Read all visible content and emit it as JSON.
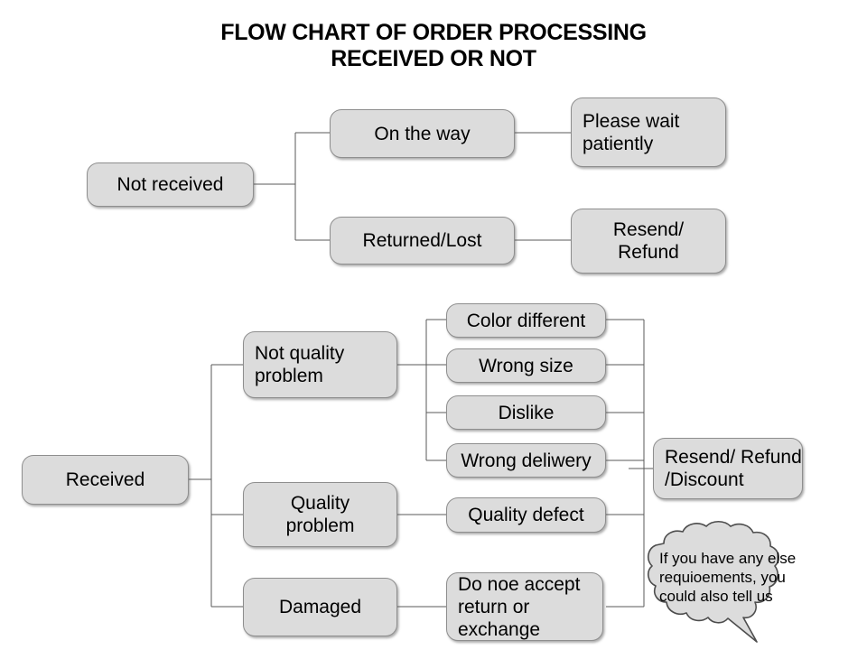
{
  "title": {
    "line1": "FLOW CHART OF ORDER PROCESSING",
    "line2": "RECEIVED OR NOT",
    "text": "FLOW CHART OF ORDER PROCESSING\nRECEIVED OR NOT"
  },
  "colors": {
    "node_fill": "#dcdcdc",
    "node_border": "#8e8e8e",
    "connector": "#595959",
    "text": "#000000",
    "background": "#ffffff"
  },
  "nodes": {
    "not_received": "Not received",
    "on_the_way": "On the way",
    "please_wait": "Please wait\npatiently",
    "returned_lost": "Returned/Lost",
    "resend_refund": "Resend/\nRefund",
    "received": "Received",
    "not_quality_problem": "Not quality\nproblem",
    "quality_problem": "Quality\nproblem",
    "damaged": "Damaged",
    "color_different": "Color different",
    "wrong_size": "Wrong size",
    "dislike": "Dislike",
    "wrong_deliwery": "Wrong deliwery",
    "quality_defect": "Quality defect",
    "do_noe_accept": "Do noe accept\nreturn or\nexchange",
    "resend_refund_discount": "Resend/ Refund\n/Discount"
  },
  "callout": {
    "text": "If you have any else\nrequioements, you\ncould also tell us"
  },
  "chart_data": {
    "type": "diagram",
    "title": "FLOW CHART OF ORDER PROCESSING RECEIVED OR NOT",
    "diagram_kind": "flow-chart",
    "branches": [
      {
        "root": "Not received",
        "children": [
          {
            "label": "On the way",
            "outcome": "Please wait patiently"
          },
          {
            "label": "Returned/Lost",
            "outcome": "Resend/ Refund"
          }
        ]
      },
      {
        "root": "Received",
        "children": [
          {
            "label": "Not quality problem",
            "reasons": [
              "Color different",
              "Wrong size",
              "Dislike",
              "Wrong deliwery"
            ],
            "outcome": "Resend/ Refund /Discount"
          },
          {
            "label": "Quality problem",
            "reasons": [
              "Quality defect"
            ],
            "outcome": "Resend/ Refund /Discount"
          },
          {
            "label": "Damaged",
            "reasons": [
              "Do noe accept return or exchange"
            ],
            "outcome": "Resend/ Refund /Discount"
          }
        ]
      }
    ],
    "note": "If you have any else requioements, you could also tell us"
  }
}
